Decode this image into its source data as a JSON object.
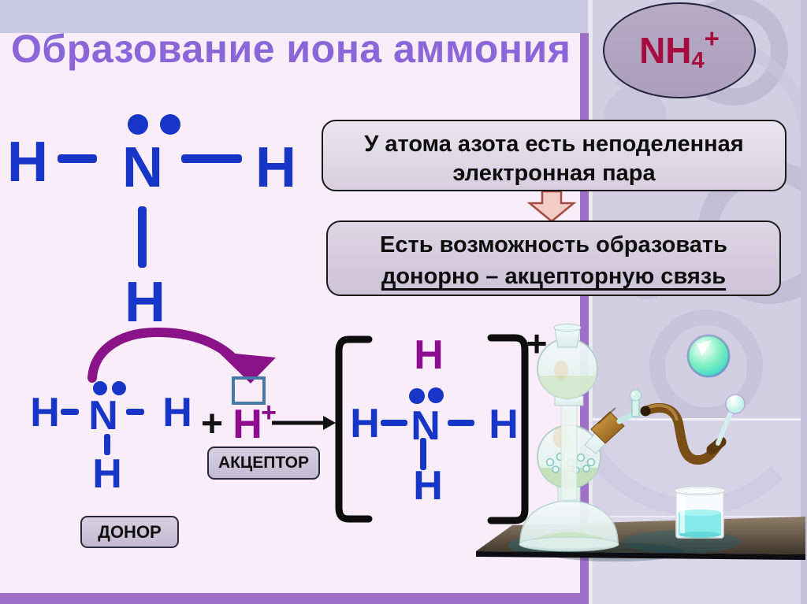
{
  "title": "Образование иона аммония",
  "badge": {
    "base": "NH",
    "sub": "4",
    "sup": "+"
  },
  "callout_1": {
    "line1": "У атома азота есть неподеленная",
    "line2": "электронная пара"
  },
  "callout_2": {
    "line1": "Есть возможность образовать",
    "line2": "донорно – акцепторную связь"
  },
  "labels": {
    "acceptor": "АКЦЕПТОР",
    "donor": "ДОНОР"
  },
  "equation": {
    "plus": "+",
    "proton_base": "H",
    "proton_sup": "+",
    "product_charge": "+"
  },
  "molecules": {
    "ammonia_large": {
      "h_left": "H",
      "n": "N",
      "h_right": "H",
      "h_bottom": "H"
    },
    "ammonia_donor": {
      "h_left": "H",
      "n": "N",
      "h_right": "H",
      "h_bottom": "H"
    },
    "ammonium_product": {
      "h_top": "H",
      "h_left": "H",
      "n": "N",
      "h_right": "H",
      "h_bottom": "H"
    }
  },
  "colors": {
    "title_purple": "#8A66D8",
    "accent_purple": "#9F70C8",
    "atom_blue": "#1736C8",
    "proton_magenta": "#8E0D8E",
    "badge_red": "#A60D3E",
    "electron_arrow_purple": "#8B1389",
    "slide_pink": "#FAEDFA",
    "beaker_liquid_cyan": "#84EBEA"
  }
}
